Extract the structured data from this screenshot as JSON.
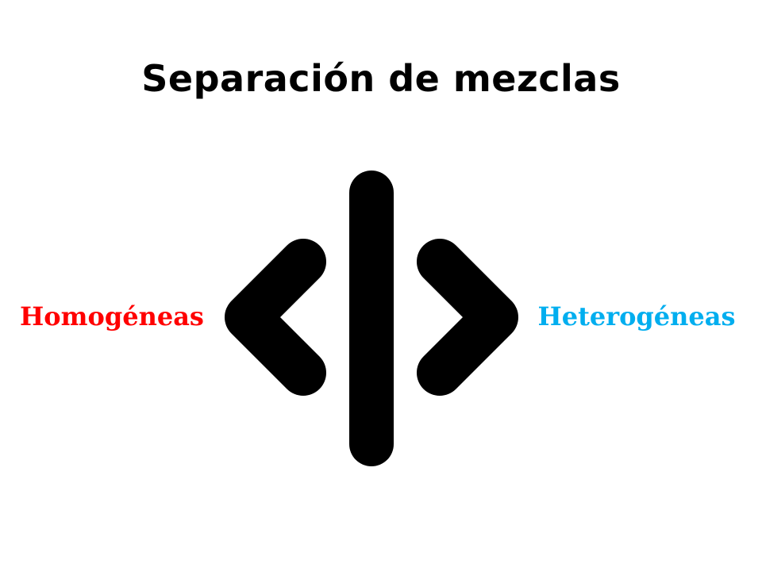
{
  "title": "Separación de mezclas",
  "left_label": "Homogéneas",
  "right_label": "Heterogéneas",
  "colors": {
    "left": "#ff0000",
    "right": "#00aeef",
    "diagram": "#000000"
  }
}
